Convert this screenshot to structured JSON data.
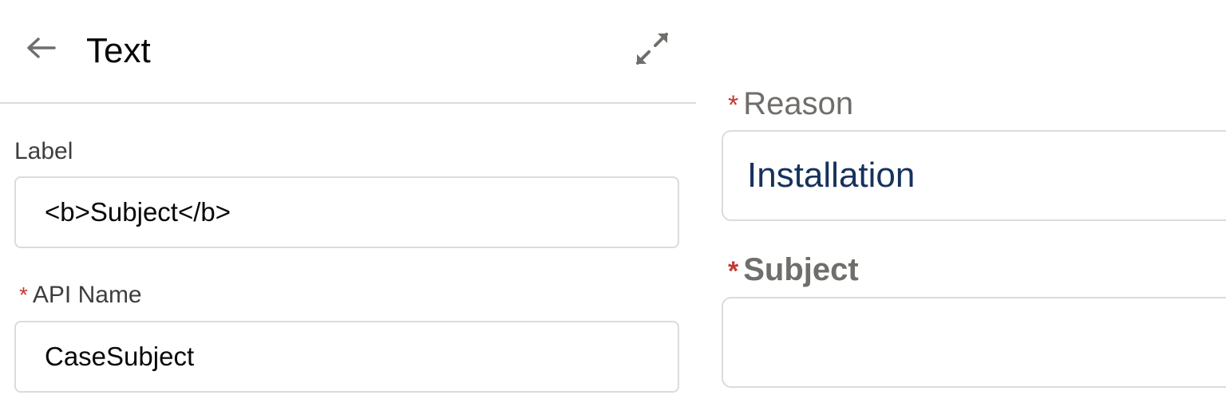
{
  "header": {
    "title": "Text",
    "back_icon": "arrow-left-icon",
    "expand_icon": "expand-icon"
  },
  "form": {
    "label_field": {
      "label": "Label",
      "value": "<b>Subject</b>"
    },
    "api_name_field": {
      "required_marker": "*",
      "label": "API Name",
      "value": "CaseSubject"
    }
  },
  "preview": {
    "reason": {
      "required_marker": "*",
      "label": "Reason",
      "value": "Installation"
    },
    "subject": {
      "required_marker": "*",
      "label": "Subject",
      "value": ""
    }
  },
  "colors": {
    "required": "#c23934",
    "border": "#dddbda",
    "value_text": "#16325c",
    "muted_label": "#706e6b"
  }
}
